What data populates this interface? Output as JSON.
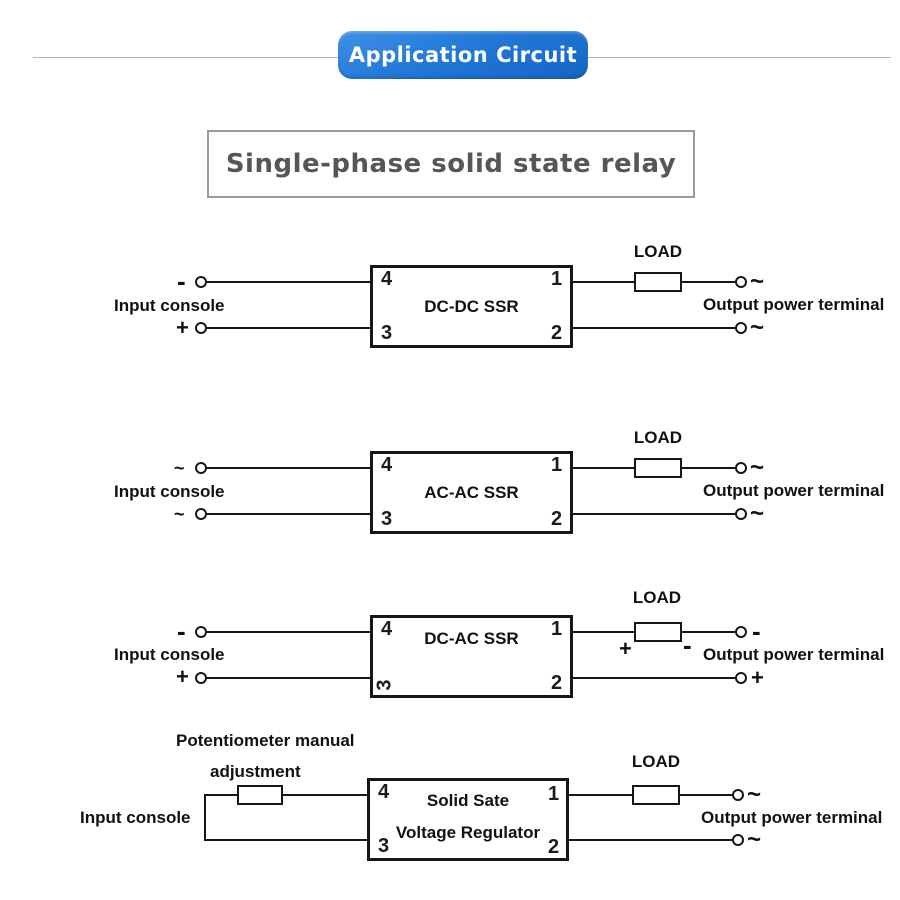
{
  "page": {
    "badge_label": "Application Circuit",
    "title": "Single-phase solid state relay",
    "badge_color": "#1f74d4",
    "title_text_color": "#55565a",
    "wire_color": "#161616"
  },
  "circuits": [
    {
      "name": "DC-DC SSR",
      "input_label": "Input console",
      "load_label": "LOAD",
      "output_label": "Output power terminal",
      "terminals": {
        "tl": "4",
        "tr": "1",
        "bl": "3",
        "br": "2"
      },
      "input_top": "-",
      "input_bottom": "+",
      "output_top": "~",
      "output_bottom": "~"
    },
    {
      "name": "AC-AC SSR",
      "input_label": "Input console",
      "load_label": "LOAD",
      "output_label": "Output power terminal",
      "terminals": {
        "tl": "4",
        "tr": "1",
        "bl": "3",
        "br": "2"
      },
      "input_top": "~",
      "input_bottom": "~",
      "output_top": "~",
      "output_bottom": "~"
    },
    {
      "name": "DC-AC SSR",
      "input_label": "Input console",
      "load_label": "LOAD",
      "output_label": "Output power terminal",
      "terminals": {
        "tl": "4",
        "tr": "1",
        "bl": "3",
        "br": "2"
      },
      "input_top": "-",
      "input_bottom": "+",
      "output_top": "-",
      "output_bottom": "+",
      "load_positive": "+",
      "load_negative": "-"
    },
    {
      "name_line1": "Solid Sate",
      "name_line2": "Voltage Regulator",
      "pot_line1": "Potentiometer manual",
      "pot_line2": "adjustment",
      "input_label": "Input console",
      "load_label": "LOAD",
      "output_label": "Output power terminal",
      "terminals": {
        "tl": "4",
        "tr": "1",
        "bl": "3",
        "br": "2"
      },
      "output_top": "~",
      "output_bottom": "~"
    }
  ]
}
